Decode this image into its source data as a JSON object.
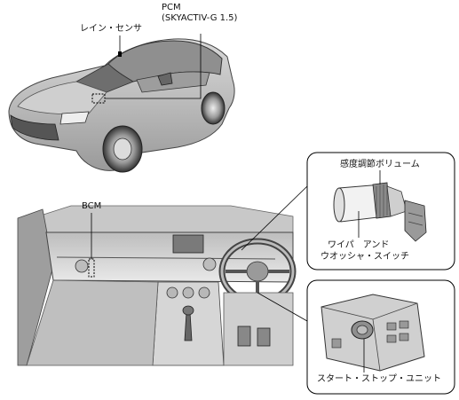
{
  "labels": {
    "rain_sensor": "レイン・センサ",
    "pcm_line1": "PCM",
    "pcm_line2": "(SKYACTIV-G 1.5)",
    "bcm": "BCM",
    "sensitivity_volume": "感度調節ボリューム",
    "wiper_switch_line1": "ワイパ　アンド",
    "wiper_switch_line2": "ウオッシャ・スイッチ",
    "start_stop_unit": "スタート・ストップ・ユニット"
  }
}
